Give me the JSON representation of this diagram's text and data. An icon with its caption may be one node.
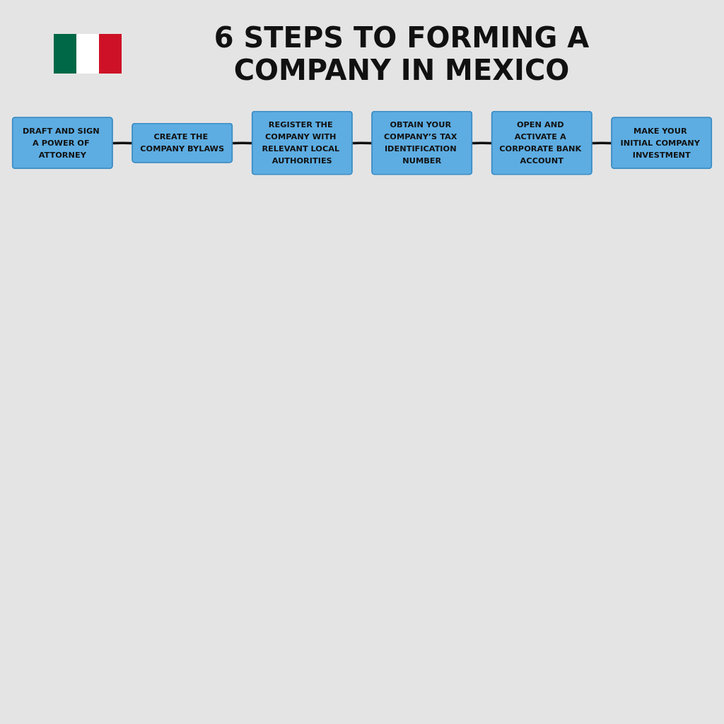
{
  "diagram": {
    "title": "6 STEPS TO FORMING A COMPANY IN MEXICO",
    "nodes": [
      {
        "text": [
          "DRAFT AND SIGN A POWER OF ATTORNEY"
        ]
      },
      {
        "text": [
          "CREATE THE COMPANY BYLAWS"
        ]
      },
      {
        "text": [
          "REGISTER THE COMPANY WITH RELEVANT LOCAL AUTHORITIES"
        ]
      },
      {
        "text": [
          "OPEN AND ACTIVATE A CORPORATE BANK ACCOUNT"
        ]
      },
      {
        "text": [
          "OBTAIN YOUR COMPANY’S TAX IDENTIFICATION NUMBER"
        ]
      },
      {
        "text": [
          "MAKE YOUR INITIAL COMPANY INVESTMENT"
        ]
      }
    ],
    "edges": [
      {
        "from": 0,
        "to": 1,
        "arrow": "none"
      },
      {
        "from": 1,
        "to": 2,
        "arrow": "none"
      },
      {
        "from": 2,
        "to": 4,
        "arrow": "none"
      },
      {
        "from": 4,
        "to": 3,
        "arrow": "none"
      },
      {
        "from": 3,
        "to": 5,
        "arrow": "none"
      }
    ]
  }
}
